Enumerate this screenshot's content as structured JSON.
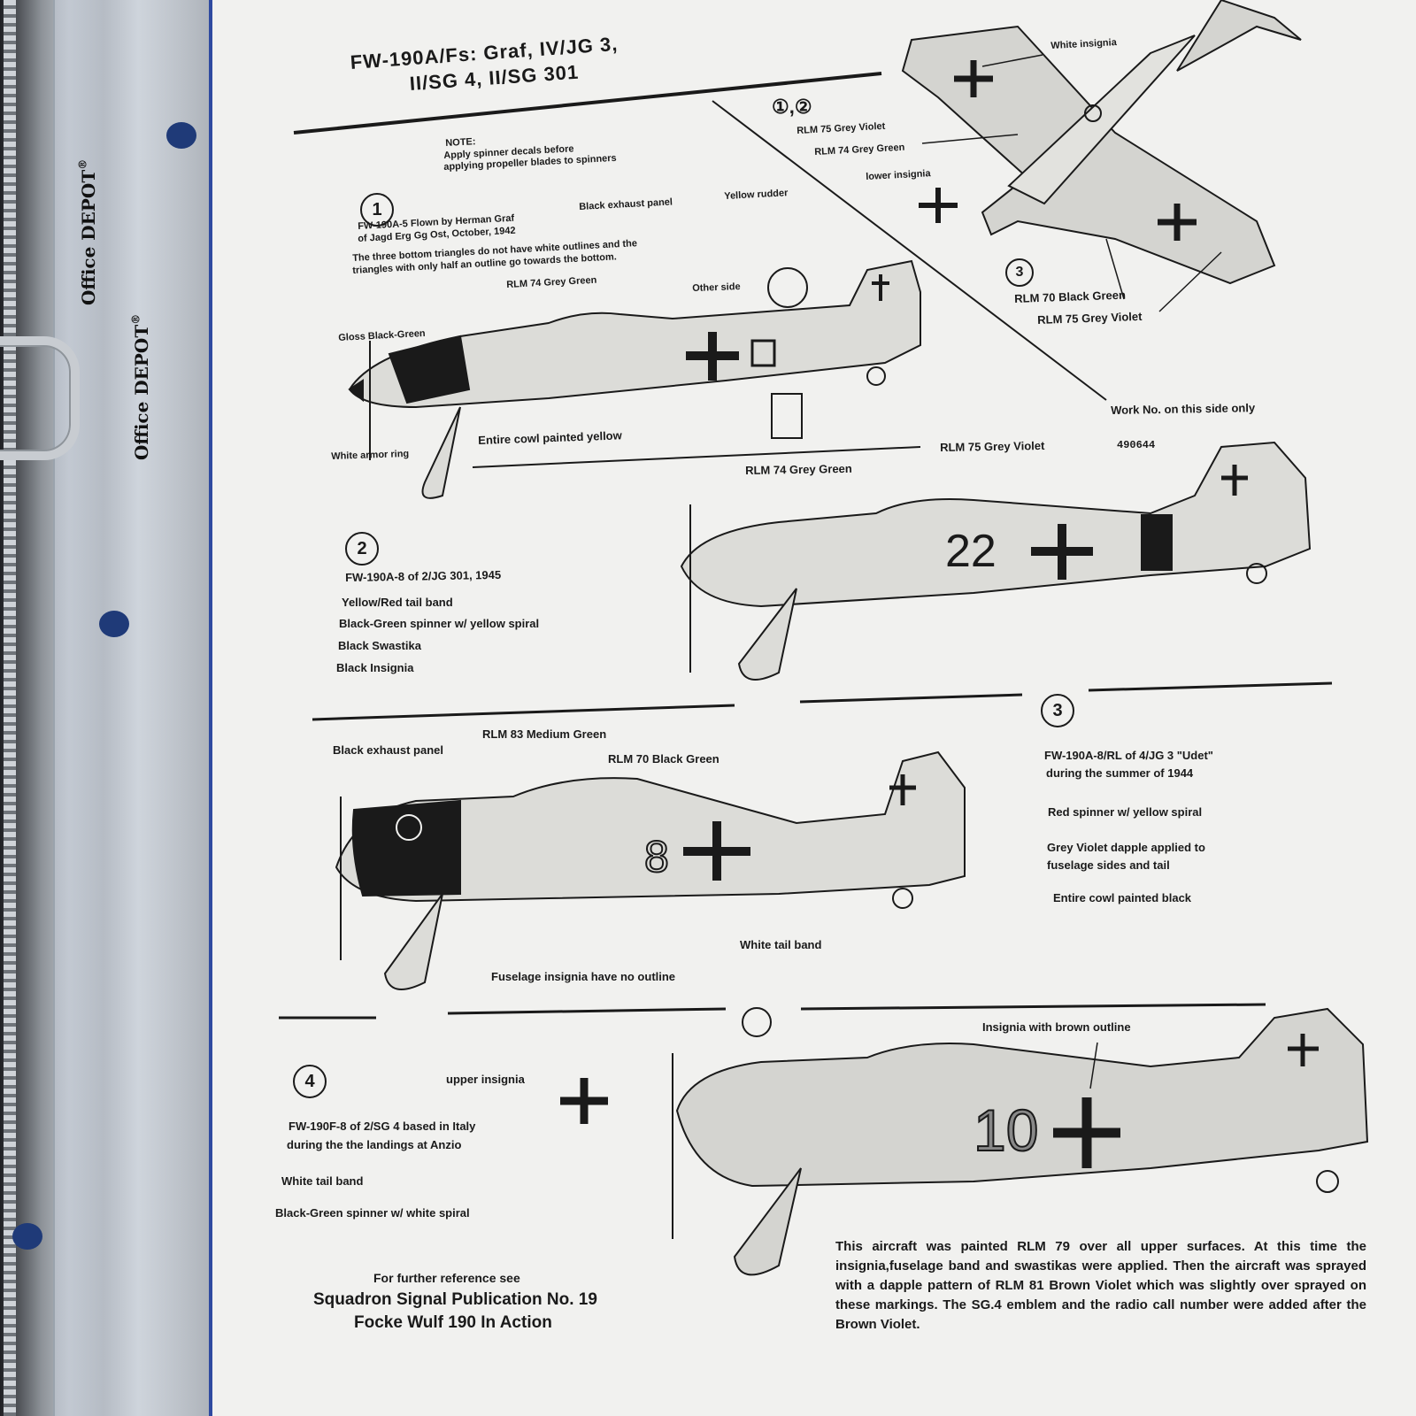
{
  "binder": {
    "brand_1": "Office DEPOT",
    "brand_2": "Office DEPOT",
    "reg": "®"
  },
  "header": {
    "title_line1": "FW-190A/Fs: Graf, IV/JG 3,",
    "title_line2": "II/SG 4, II/SG 301"
  },
  "note": {
    "heading": "NOTE:",
    "line1": "Apply spinner decals before",
    "line2": "applying propeller blades to spinners"
  },
  "plan_view": {
    "ref": "①,②",
    "labels": [
      "White insignia",
      "RLM 75 Grey Violet",
      "RLM 74 Grey Green",
      "lower insignia",
      "RLM 70 Black Green",
      "RLM 75 Grey Violet"
    ]
  },
  "aircraft1": {
    "number": "1",
    "desc_line1": "FW-190A-5 Flown by Herman Graf",
    "desc_line2": "of Jagd Erg Gg Ost, October, 1942",
    "exhaust": "Black exhaust panel",
    "rudder": "Yellow rudder",
    "triangles_1": "The three bottom triangles do not have white outlines and the",
    "triangles_2": "triangles with only half an outline go towards the bottom.",
    "grey_green": "RLM 74 Grey Green",
    "other_side": "Other side",
    "gloss": "Gloss Black-Green",
    "cowl": "Entire cowl painted yellow",
    "armor": "White armor ring"
  },
  "aircraft2": {
    "number": "2",
    "desc": "FW-190A-8 of 2/JG 301, 1945",
    "items": [
      "Yellow/Red tail band",
      "Black-Green spinner w/ yellow spiral",
      "Black Swastika",
      "Black Insignia"
    ],
    "grey_violet": "RLM 75 Grey Violet",
    "grey_green": "RLM 74 Grey Green",
    "work_no_label": "Work No. on this side only",
    "work_no": "490644",
    "code": "22"
  },
  "aircraft3": {
    "number": "3",
    "desc_line1": "FW-190A-8/RL of 4/JG 3 \"Udet\"",
    "desc_line2": "during the summer of 1944",
    "items": [
      "Red spinner w/ yellow spiral",
      "Grey Violet dapple applied to",
      "fuselage sides and tail",
      "Entire cowl painted black"
    ],
    "exhaust": "Black exhaust panel",
    "medium_green": "RLM 83 Medium Green",
    "black_green": "RLM 70 Black Green",
    "tail_band": "White tail band",
    "insignia_note": "Fuselage insignia have no outline",
    "code": "8"
  },
  "aircraft4": {
    "number": "4",
    "upper": "upper insignia",
    "desc_line1": "FW-190F-8 of 2/SG 4 based in Italy",
    "desc_line2": "during the the landings at Anzio",
    "items": [
      "White tail band",
      "Black-Green spinner w/ white spiral"
    ],
    "brown_outline": "Insignia with brown outline",
    "code": "10"
  },
  "reference": {
    "line1": "For further reference see",
    "line2": "Squadron Signal Publication No. 19",
    "line3": "Focke Wulf 190 In Action"
  },
  "paragraph": "This aircraft was painted RLM 79 over all upper surfaces. At this time the insignia,fuselage band and swastikas were applied. Then the aircraft was sprayed with a dapple pattern of RLM 81 Brown Violet which was slightly over sprayed on these markings. The SG.4 emblem and the radio call number were added after the Brown Violet.",
  "colors": {
    "ink": "#1a1a1a",
    "paper": "#f1f1ef",
    "binder_blue": "#2f4aa0"
  }
}
